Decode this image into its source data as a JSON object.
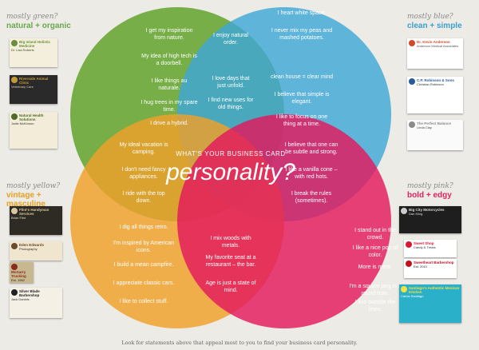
{
  "center": {
    "question": "WHAT'S YOUR BUSINESS CARD",
    "word": "personality?"
  },
  "footer": "Look for statements above that appeal most to you to find your business card personality.",
  "colors": {
    "green": "#6ca83a",
    "blue": "#45a8d4",
    "orange": "#f0a228",
    "pink": "#e5185f",
    "background": "#ecebe6"
  },
  "corners": {
    "green": {
      "question": "mostly green?",
      "title": "natural + organic",
      "color": "#6aa84f"
    },
    "blue": {
      "question": "mostly blue?",
      "title": "clean + simple",
      "color": "#3b9fd0"
    },
    "yellow": {
      "question": "mostly yellow?",
      "title": "vintage + masculine",
      "color": "#e8a020"
    },
    "pink": {
      "question": "mostly pink?",
      "title": "bold + edgy",
      "color": "#e0235f"
    }
  },
  "statements": {
    "green_only": [
      "I get my inspiration from nature.",
      "My idea of high tech is a doorbell.",
      "I like things au naturale.",
      "I hug trees in my spare time.",
      "I drive a hybrid."
    ],
    "green_blue": [
      "I enjoy natural order.",
      "I love days that just unfold.",
      "I find new uses for old things."
    ],
    "blue_only": [
      "I heart white space.",
      "I never mix my peas and mashed potatoes.",
      "clean house = clear mind",
      "I believe that simple is elegant.",
      "I like to focus on one thing at a time."
    ],
    "green_orange": [
      "My ideal vacation is camping.",
      "I don't need fancy appliances.",
      "I ride with the top down."
    ],
    "blue_pink": [
      "I believe that one can be subtle and strong.",
      "I like a vanilla cone – with red hots.",
      "I break the rules (sometimes)."
    ],
    "orange_only": [
      "I dig all things retro.",
      "I'm inspired by American icons.",
      "I build a mean campfire.",
      "I appreciate classic cars.",
      "I like to collect stuff."
    ],
    "orange_pink": [
      "I mix woods with metals.",
      "My favorite seat at a restaurant – the bar.",
      "Age is just a state of mind."
    ],
    "pink_only": [
      "I stand out in the crowd.",
      "I like a nice pop of color.",
      "More is more.",
      "I'm a square peg in a round hole.",
      "I live outside the lines."
    ]
  },
  "cards": {
    "green": [
      {
        "name": "Big Island Holistic Medicine",
        "sub": "Dr. Lisa Roberts",
        "bg": "#f4efdc",
        "accent": "#6b8f3a",
        "text": "#3a4a20"
      },
      {
        "name": "Riverside Animal Clinic",
        "sub": "Veterinary Care",
        "bg": "#2a2a2a",
        "accent": "#c49a3a",
        "text": "#e0d0a0"
      },
      {
        "name": "Natural Health Solutions",
        "sub": "Jodie McKinnon",
        "bg": "#f2ecd8",
        "accent": "#4f6b2a",
        "text": "#333333"
      }
    ],
    "blue": [
      {
        "name": "Dr. Kevin Anderson",
        "sub": "Anderson Medical Associates",
        "bg": "#ffffff",
        "accent": "#d04a2a",
        "text": "#555555"
      },
      {
        "name": "C.P. Robinson & Sons",
        "sub": "Christian Robinson",
        "bg": "#ffffff",
        "accent": "#2a5a9a",
        "text": "#333333"
      },
      {
        "name": "The Perfect Balance",
        "sub": "Linda Clay",
        "bg": "#fafafa",
        "accent": "#8a8a8a",
        "text": "#444444"
      }
    ],
    "yellow": [
      {
        "name": "Flint's Handyman Services",
        "sub": "Brian Flint",
        "bg": "#2e2a24",
        "accent": "#d8c8a0",
        "text": "#e8dcc0"
      },
      {
        "name": "Eden Edwards",
        "sub": "Photography",
        "bg": "#f0e6d0",
        "accent": "#6a4a2a",
        "text": "#3a2a1a"
      },
      {
        "name": "McGarry Trucking",
        "sub": "Est. 1962",
        "bg": "#c8b890",
        "accent": "#8a2a1a",
        "text": "#2a1a10"
      },
      {
        "name": "Silver Blade Barbershop",
        "sub": "Jack Daniels",
        "bg": "#f4f0e6",
        "accent": "#222222",
        "text": "#333333"
      }
    ],
    "pink": [
      {
        "name": "Big City Motorcycles",
        "sub": "Dan Kling",
        "bg": "#1e1e1e",
        "accent": "#cccccc",
        "text": "#dddddd"
      },
      {
        "name": "Sweet Shop",
        "sub": "Candy & Treats",
        "bg": "#ffffff",
        "accent": "#d81830",
        "text": "#333333"
      },
      {
        "name": "Sweetheart Barbershop",
        "sub": "Est. 2010",
        "bg": "#ffffff",
        "accent": "#c01020",
        "text": "#222222"
      },
      {
        "name": "Santiago's Authentic Mexican Kitchen",
        "sub": "Carlos Santiago",
        "bg": "#2ab0c8",
        "accent": "#f4e040",
        "text": "#ffffff"
      }
    ]
  }
}
